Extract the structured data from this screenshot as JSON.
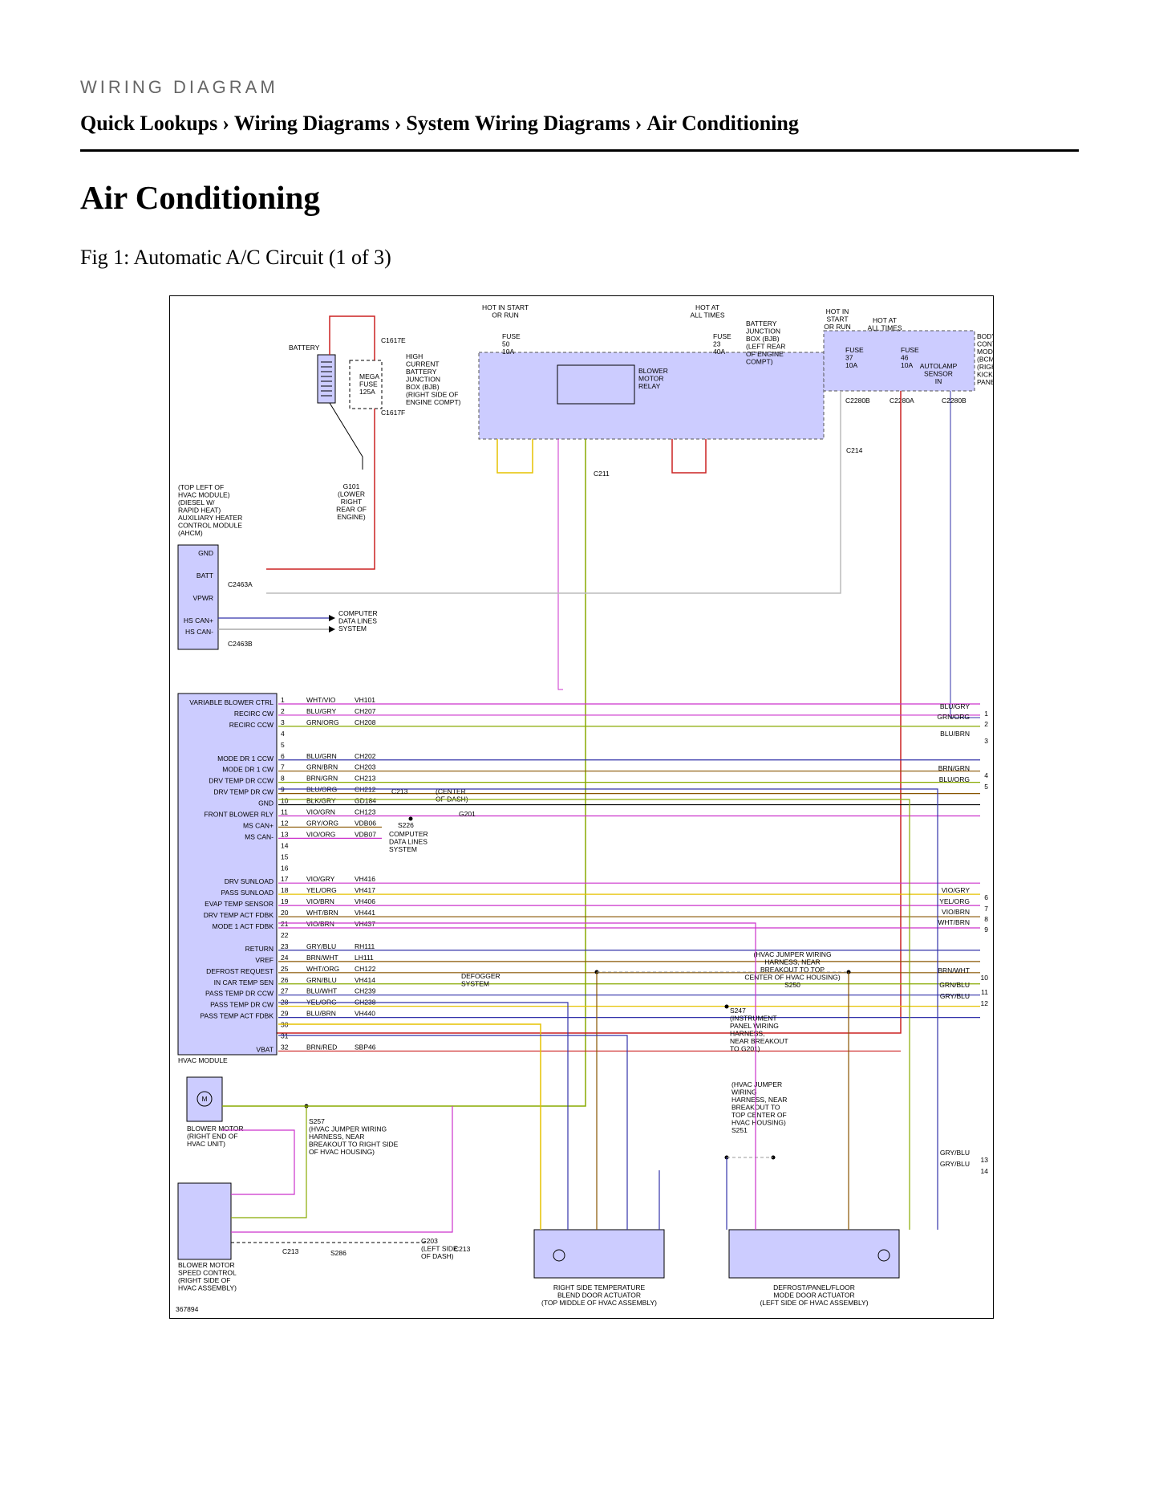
{
  "header": {
    "kicker": "WIRING DIAGRAM",
    "breadcrumb": [
      "Quick Lookups",
      "Wiring Diagrams",
      "System Wiring Diagrams",
      "Air Conditioning"
    ],
    "separator": "›"
  },
  "page_title": "Air Conditioning",
  "figure": {
    "caption": "Fig 1: Automatic A/C Circuit (1 of 3)",
    "id": "367894",
    "colors": {
      "module_fill": "#ccccff",
      "red": "#cc2222",
      "yellow": "#e6c200",
      "violet": "#cc33cc",
      "green": "#88aa00",
      "blue": "#3333aa",
      "brown": "#885500",
      "gray": "#bbbbbb"
    },
    "blocks": {
      "hot_run_a": "HOT IN START\nOR RUN",
      "hot_all_a": "HOT AT\nALL TIMES",
      "hot_run_b": "HOT IN\nSTART\nOR RUN",
      "hot_all_b": "HOT AT\nALL TIMES",
      "battery": "BATTERY",
      "mega_fuse": "MEGA\nFUSE\n125A",
      "hcbjb": "HIGH\nCURRENT\nBATTERY\nJUNCTION\nBOX (BJB)\n(RIGHT SIDE OF\nENGINE COMPT)",
      "c1617e": "C1617E",
      "c1617f": "C1617F",
      "fuse50": "FUSE\n50\n10A",
      "fuse23": "FUSE\n23\n40A",
      "bjb": "BATTERY\nJUNCTION\nBOX (BJB)\n(LEFT REAR\nOF ENGINE\nCOMPT)",
      "relay": "BLOWER\nMOTOR\nRELAY",
      "fuse37": "FUSE\n37\n10A",
      "fuse46": "FUSE\n46\n10A",
      "autolamp": "AUTOLAMP\nSENSOR\nIN",
      "bcm": "BODY\nCONTROL\nMODULE\n(BCM)\n(RIGHT\nKICK\nPANEL)",
      "c2280b": "C2280B",
      "c2280a": "C2280A",
      "g101": "G101\n(LOWER\nRIGHT\nREAR OF\nENGINE)",
      "ahcm": "(TOP LEFT OF\nHVAC MODULE)\n(DIESEL W/\nRAPID HEAT)\nAUXILIARY HEATER\nCONTROL MODULE\n(AHCM)",
      "c211": "C211",
      "c214": "C214",
      "c2463a": "C2463A",
      "c2463b": "C2463B",
      "computer_dl": "COMPUTER\nDATA LINES\nSYSTEM",
      "hvac_module": "HVAC MODULE",
      "center_dash": "(CENTER\nOF DASH)",
      "g201": "G201",
      "s226": "S226",
      "defogger": "DEFOGGER\nSYSTEM",
      "c213": "C213",
      "s250": "(HVAC JUMPER WIRING\nHARNESS, NEAR\nBREAKOUT TO TOP\nCENTER OF HVAC HOUSING)\nS250",
      "s247": "S247\n(INSTRUMENT\nPANEL WIRING\nHARNESS,\nNEAR BREAKOUT\nTO G201)",
      "s251": "(HVAC JUMPER\nWIRING\nHARNESS, NEAR\nBREAKOUT TO\nTOP CENTER OF\nHVAC HOUSING)\nS251",
      "s257": "S257\n(HVAC JUMPER WIRING\nHARNESS, NEAR\nBREAKOUT TO RIGHT SIDE\nOF HVAC HOUSING)",
      "blower_motor": "BLOWER MOTOR\n(RIGHT END OF\nHVAC UNIT)",
      "bmsc": "BLOWER MOTOR\nSPEED CONTROL\n(RIGHT SIDE OF\nHVAC ASSEMBLY)",
      "g203": "G203\n(LEFT SIDE\nOF DASH)",
      "s286": "S286",
      "rs_temp": "RIGHT SIDE TEMPERATURE\nBLEND DOOR ACTUATOR\n(TOP MIDDLE OF HVAC ASSEMBLY)",
      "defrost": "DEFROST/PANEL/FLOOR\nMODE DOOR ACTUATOR\n(LEFT SIDE OF HVAC ASSEMBLY)"
    },
    "ahcm_pins": [
      "GND",
      "BATT",
      "VPWR",
      "HS CAN+",
      "HS CAN-"
    ],
    "hvac_pins": [
      {
        "pin": "1",
        "name": "VARIABLE BLOWER CTRL",
        "color": "WHT/VIO",
        "circuit": "VH101"
      },
      {
        "pin": "2",
        "name": "RECIRC CW",
        "color": "BLU/GRY",
        "circuit": "CH207"
      },
      {
        "pin": "3",
        "name": "RECIRC CCW",
        "color": "GRN/ORG",
        "circuit": "CH208"
      },
      {
        "pin": "4",
        "name": "",
        "color": "",
        "circuit": ""
      },
      {
        "pin": "5",
        "name": "",
        "color": "",
        "circuit": ""
      },
      {
        "pin": "6",
        "name": "MODE DR 1 CCW",
        "color": "BLU/GRN",
        "circuit": "CH202"
      },
      {
        "pin": "7",
        "name": "MODE DR 1 CW",
        "color": "GRN/BRN",
        "circuit": "CH203"
      },
      {
        "pin": "8",
        "name": "DRV TEMP DR CCW",
        "color": "BRN/GRN",
        "circuit": "CH213"
      },
      {
        "pin": "9",
        "name": "DRV TEMP DR CW",
        "color": "BLU/ORG",
        "circuit": "CH212"
      },
      {
        "pin": "10",
        "name": "GND",
        "color": "BLK/GRY",
        "circuit": "GD184"
      },
      {
        "pin": "11",
        "name": "FRONT BLOWER RLY",
        "color": "VIO/GRN",
        "circuit": "CH123"
      },
      {
        "pin": "12",
        "name": "MS CAN+",
        "color": "GRY/ORG",
        "circuit": "VDB06"
      },
      {
        "pin": "13",
        "name": "MS CAN-",
        "color": "VIO/ORG",
        "circuit": "VDB07"
      },
      {
        "pin": "14",
        "name": "",
        "color": "",
        "circuit": ""
      },
      {
        "pin": "15",
        "name": "",
        "color": "",
        "circuit": ""
      },
      {
        "pin": "16",
        "name": "",
        "color": "",
        "circuit": ""
      },
      {
        "pin": "17",
        "name": "DRV SUNLOAD",
        "color": "VIO/GRY",
        "circuit": "VH416"
      },
      {
        "pin": "18",
        "name": "PASS SUNLOAD",
        "color": "YEL/ORG",
        "circuit": "VH417"
      },
      {
        "pin": "19",
        "name": "EVAP TEMP SENSOR",
        "color": "VIO/BRN",
        "circuit": "VH406"
      },
      {
        "pin": "20",
        "name": "DRV TEMP ACT FDBK",
        "color": "WHT/BRN",
        "circuit": "VH441"
      },
      {
        "pin": "21",
        "name": "MODE 1 ACT FDBK",
        "color": "VIO/BRN",
        "circuit": "VH437"
      },
      {
        "pin": "22",
        "name": "",
        "color": "",
        "circuit": ""
      },
      {
        "pin": "23",
        "name": "RETURN",
        "color": "GRY/BLU",
        "circuit": "RH111"
      },
      {
        "pin": "24",
        "name": "VREF",
        "color": "BRN/WHT",
        "circuit": "LH111"
      },
      {
        "pin": "25",
        "name": "DEFROST REQUEST",
        "color": "WHT/ORG",
        "circuit": "CH122"
      },
      {
        "pin": "26",
        "name": "IN CAR TEMP SEN",
        "color": "GRN/BLU",
        "circuit": "VH414"
      },
      {
        "pin": "27",
        "name": "PASS TEMP DR CCW",
        "color": "BLU/WHT",
        "circuit": "CH239"
      },
      {
        "pin": "28",
        "name": "PASS TEMP DR CW",
        "color": "YEL/ORG",
        "circuit": "CH238"
      },
      {
        "pin": "29",
        "name": "PASS TEMP ACT FDBK",
        "color": "BLU/BRN",
        "circuit": "VH440"
      },
      {
        "pin": "30",
        "name": "",
        "color": "",
        "circuit": ""
      },
      {
        "pin": "31",
        "name": "",
        "color": "",
        "circuit": ""
      },
      {
        "pin": "32",
        "name": "VBAT",
        "color": "BRN/RED",
        "circuit": "SBP46"
      }
    ],
    "right_labels": [
      {
        "n": "1",
        "color": "BLU/GRY"
      },
      {
        "n": "2",
        "color": "GRN/ORG"
      },
      {
        "n": "3",
        "color": "BLU/BRN"
      },
      {
        "n": "4",
        "color": "BRN/GRN"
      },
      {
        "n": "5",
        "color": "BLU/ORG"
      },
      {
        "n": "6",
        "color": "VIO/GRY"
      },
      {
        "n": "7",
        "color": "YEL/ORG"
      },
      {
        "n": "8",
        "color": "VIO/BRN"
      },
      {
        "n": "9",
        "color": "WHT/BRN"
      },
      {
        "n": "10",
        "color": "BRN/WHT"
      },
      {
        "n": "11",
        "color": "GRN/BLU"
      },
      {
        "n": "12",
        "color": "GRY/BLU"
      },
      {
        "n": "13",
        "color": "GRY/BLU"
      },
      {
        "n": "14",
        "color": "GRY/BLU"
      }
    ]
  }
}
